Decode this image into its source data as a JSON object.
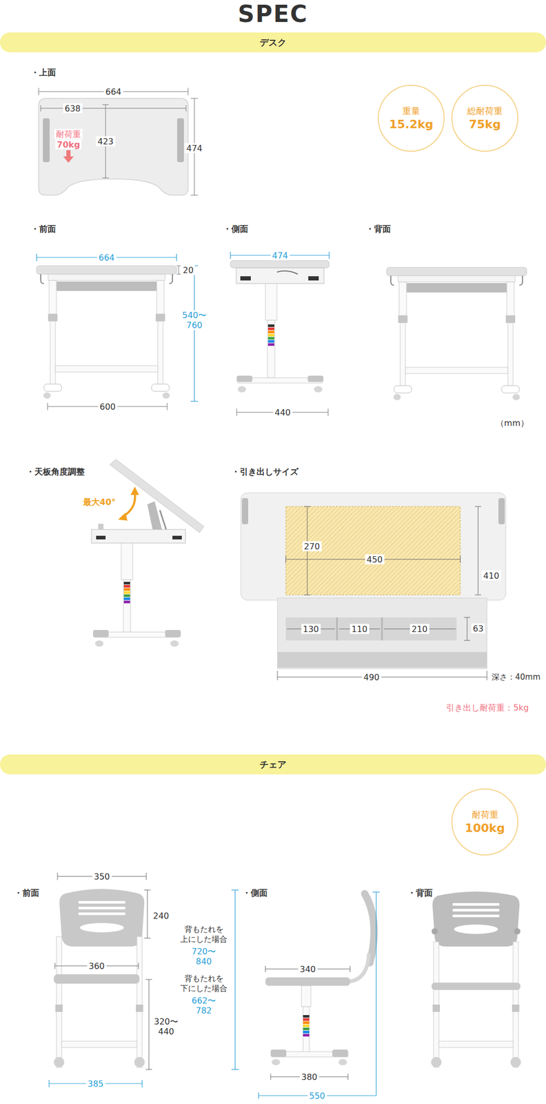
{
  "diagram": {
    "title": "SPEC",
    "nodes": [
      {
        "text": [
          "デスク"
        ]
      },
      {
        "text": [
          "重量",
          "15.2kg"
        ]
      },
      {
        "text": [
          "総耐荷重",
          "75kg"
        ]
      },
      {
        "text": [
          "チェア"
        ]
      },
      {
        "text": [
          "耐荷重",
          "100kg"
        ]
      }
    ],
    "labels": [
      "・上面",
      "664",
      "638",
      "423",
      "474",
      "耐荷重",
      "70kg",
      "・前面",
      "664",
      "20",
      "540〜 760",
      "600",
      "・側面",
      "474",
      "440",
      "・背面",
      "（mm）",
      "・天板角度調整",
      "最大40°",
      "・引き出しサイズ",
      "270",
      "450",
      "410",
      "130",
      "110",
      "210",
      "63",
      "490",
      "深さ：40mm",
      "引き出し耐荷重：5kg",
      "・前面",
      "350",
      "240",
      "背もたれを 上にした場合",
      "720〜 840",
      "背もたれを 下にした場合",
      "662〜 782",
      "360",
      "320〜 440",
      "385",
      "・側面",
      "340",
      "380",
      "550",
      "・背面"
    ]
  }
}
